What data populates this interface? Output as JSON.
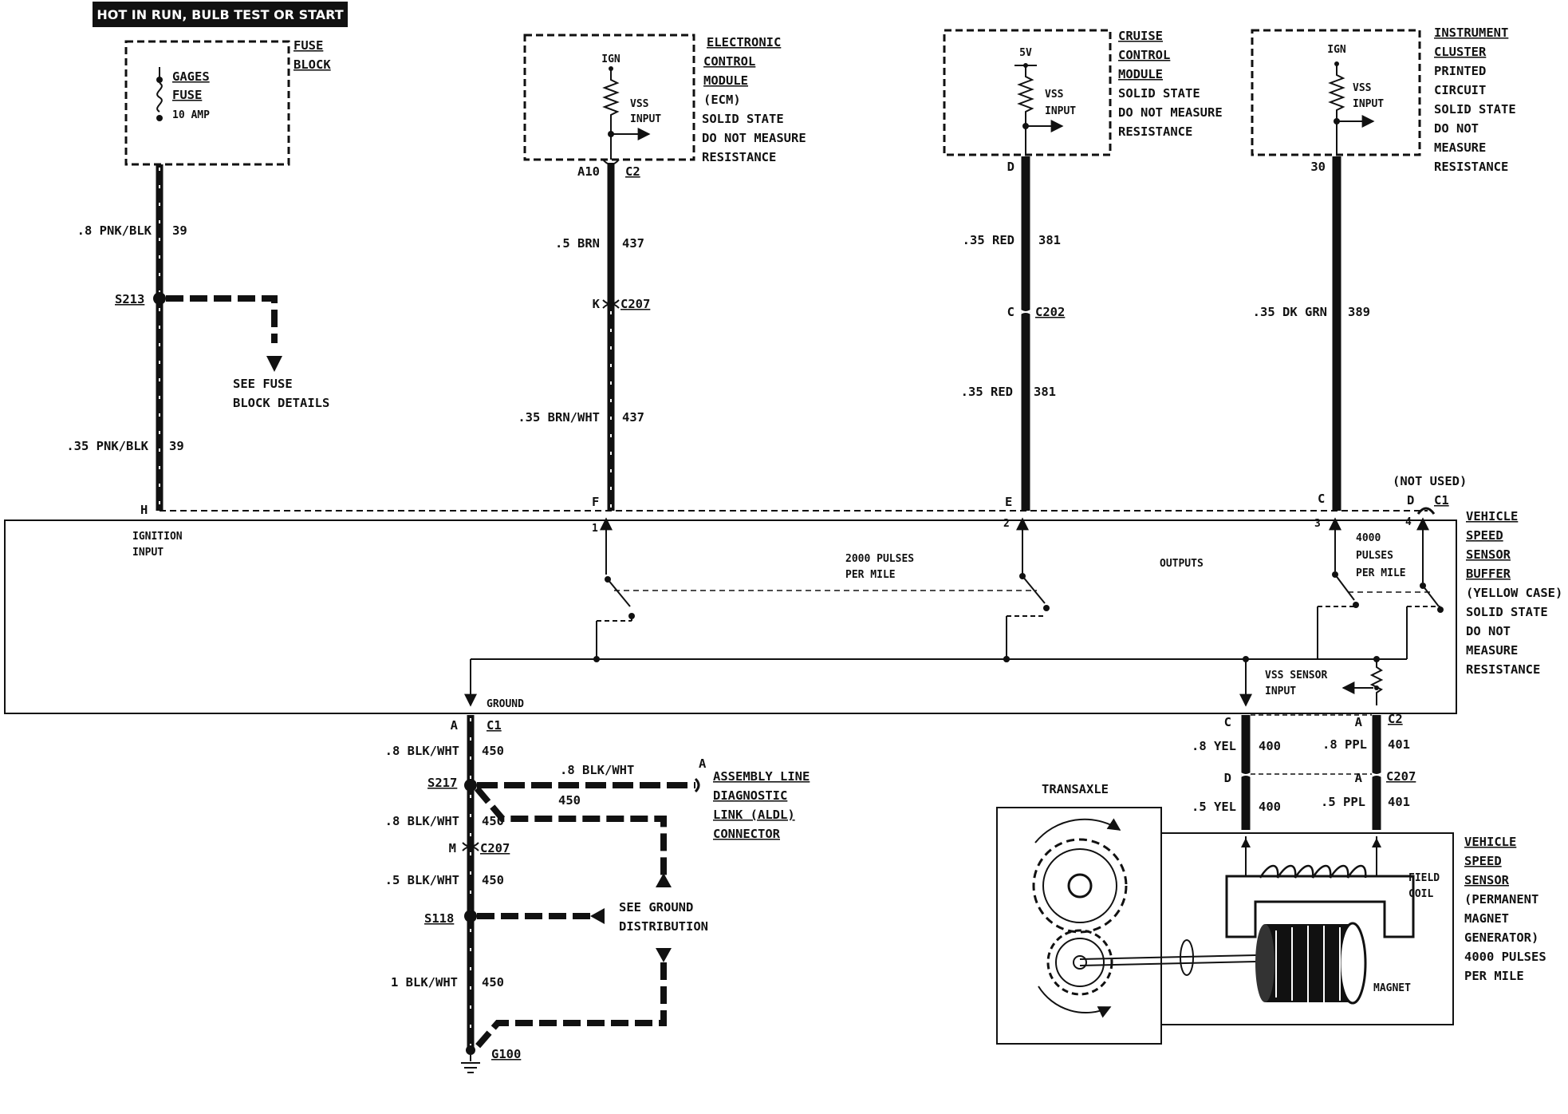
{
  "header": {
    "title": "HOT IN RUN, BULB TEST OR START"
  },
  "fuse_block": {
    "title_lines": [
      "FUSE",
      "BLOCK"
    ],
    "fuse_label_lines": [
      "GAGES",
      "FUSE"
    ],
    "rating": "10 AMP"
  },
  "ecm": {
    "title_lines": [
      "ELECTRONIC",
      "CONTROL",
      "MODULE"
    ],
    "note_lines": [
      "(ECM)",
      "SOLID STATE",
      "DO NOT MEASURE",
      "RESISTANCE"
    ],
    "supply": "IGN",
    "input_lines": [
      "VSS",
      "INPUT"
    ]
  },
  "cruise": {
    "title_lines": [
      "CRUISE",
      "CONTROL",
      "MODULE"
    ],
    "note_lines": [
      "SOLID STATE",
      "DO NOT MEASURE",
      "RESISTANCE"
    ],
    "supply": "5V",
    "input_lines": [
      "VSS",
      "INPUT"
    ]
  },
  "cluster": {
    "title_lines": [
      "INSTRUMENT",
      "CLUSTER"
    ],
    "note_lines": [
      "PRINTED",
      "CIRCUIT",
      "SOLID STATE",
      "DO NOT",
      "MEASURE",
      "RESISTANCE"
    ],
    "supply": "IGN",
    "input_lines": [
      "VSS",
      "INPUT"
    ]
  },
  "wires": {
    "w1_top": {
      "gauge": ".8 PNK/BLK",
      "circuit": "39"
    },
    "w1_bottom": {
      "gauge": ".35 PNK/BLK",
      "circuit": "39"
    },
    "w2_top": {
      "gauge": ".5 BRN",
      "circuit": "437"
    },
    "w2_bottom": {
      "gauge": ".35 BRN/WHT",
      "circuit": "437"
    },
    "w3_top": {
      "gauge": ".35 RED",
      "circuit": "381"
    },
    "w3_bottom": {
      "gauge": ".35 RED",
      "circuit": "381"
    },
    "w4": {
      "gauge": ".35 DK GRN",
      "circuit": "389"
    },
    "g_a": {
      "gauge": ".8 BLK/WHT",
      "circuit": "450"
    },
    "g_b": {
      "gauge": ".8 BLK/WHT",
      "circuit": "450"
    },
    "g_c": {
      "gauge": ".5 BLK/WHT",
      "circuit": "450"
    },
    "g_d": {
      "gauge": "1 BLK/WHT",
      "circuit": "450"
    },
    "aldl": {
      "gauge": ".8 BLK/WHT",
      "circuit": "450"
    },
    "yel_top": {
      "gauge": ".8 YEL",
      "circuit": "400"
    },
    "yel_bottom": {
      "gauge": ".5 YEL",
      "circuit": "400"
    },
    "ppl_top": {
      "gauge": ".8 PPL",
      "circuit": "401"
    },
    "ppl_bottom": {
      "gauge": ".5 PPL",
      "circuit": "401"
    }
  },
  "connectors": {
    "a10": "A10",
    "c2": "C2",
    "k": "K",
    "c207": "C207",
    "c": "C",
    "c202": "C202",
    "d": "D",
    "c30": "30",
    "h": "H",
    "f": "F",
    "e": "E",
    "cpin": "C",
    "dpin": "D",
    "c1": "C1",
    "not_used": "(NOT USED)",
    "a": "A",
    "m": "M",
    "yel_c": "C",
    "yel_d": "D",
    "ppl_a": "A",
    "ppl_a2": "A",
    "ppl_c2": "C2",
    "ppl_c207": "C207",
    "g_c1": "C1",
    "g_c207": "C207",
    "pin1": "1",
    "pin2": "2",
    "pin3": "3",
    "pin4": "4"
  },
  "splices": {
    "s213": "S213",
    "s217": "S217",
    "s118": "S118",
    "g100": "G100"
  },
  "refs": {
    "fuse_details": [
      "SEE FUSE",
      "BLOCK DETAILS"
    ],
    "ground_dist": [
      "SEE GROUND",
      "DISTRIBUTION"
    ],
    "aldl": [
      "ASSEMBLY LINE",
      "DIAGNOSTIC",
      "LINK (ALDL)",
      "CONNECTOR"
    ]
  },
  "buffer": {
    "ignition_lines": [
      "IGNITION",
      "INPUT"
    ],
    "pulses_2000": [
      "2000 PULSES",
      "PER MILE"
    ],
    "outputs": "OUTPUTS",
    "pulses_4000": [
      "4000",
      "PULSES",
      "PER MILE"
    ],
    "ground": "GROUND",
    "vss_sensor_input": [
      "VSS SENSOR",
      "INPUT"
    ],
    "title_lines": [
      "VEHICLE",
      "SPEED",
      "SENSOR",
      "BUFFER"
    ],
    "note_lines": [
      "(YELLOW CASE)",
      "SOLID STATE",
      "DO NOT",
      "MEASURE",
      "RESISTANCE"
    ]
  },
  "sensor": {
    "transaxle": "TRANSAXLE",
    "field_coil": [
      "FIELD",
      "COIL"
    ],
    "magnet": "MAGNET",
    "title_lines": [
      "VEHICLE",
      "SPEED",
      "SENSOR"
    ],
    "note_lines": [
      "(PERMANENT",
      "MAGNET",
      "GENERATOR)",
      "4000 PULSES",
      "PER MILE"
    ]
  }
}
